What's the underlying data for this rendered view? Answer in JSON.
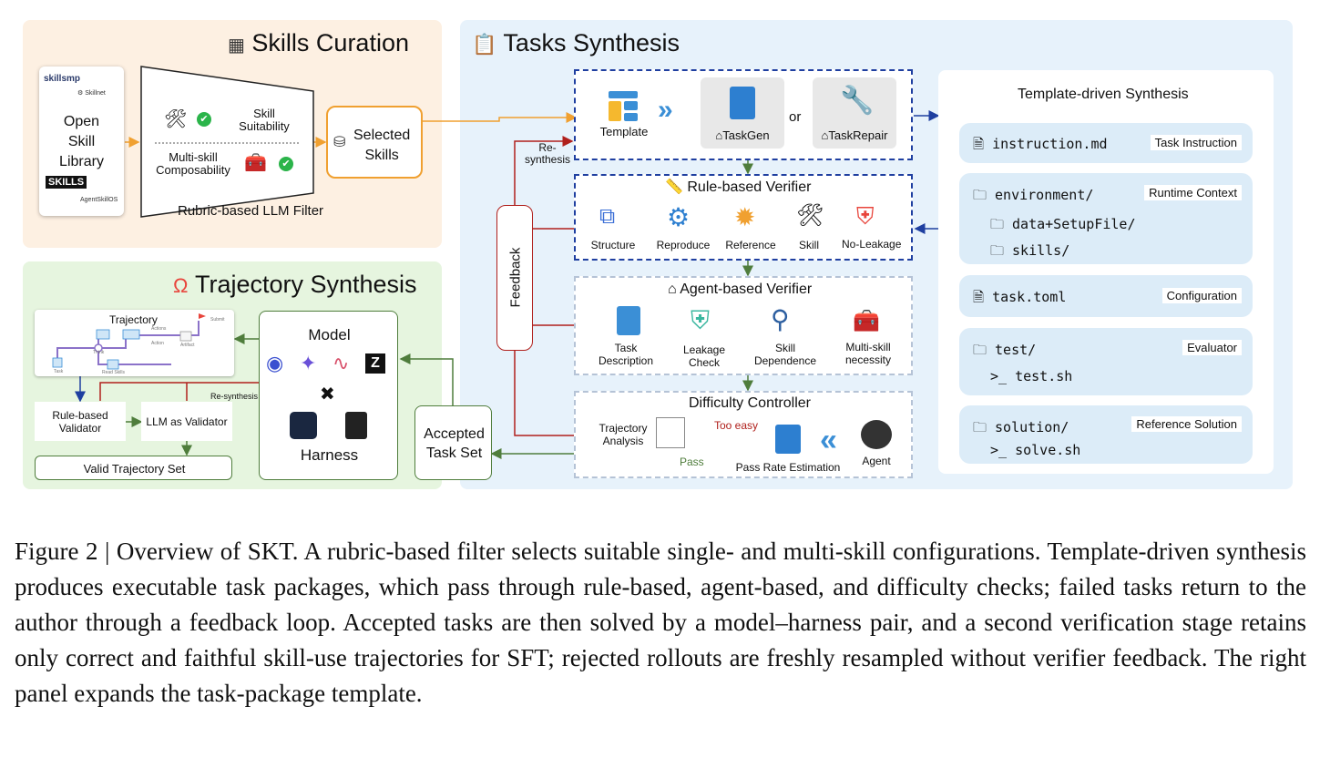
{
  "skills_curation": {
    "title": "Skills Curation",
    "library_logos": [
      "skillsmp",
      "Skillnet",
      "SKILLS",
      "AgentSkillOS"
    ],
    "library_label_1": "Open",
    "library_label_2": "Skill",
    "library_label_3": "Library",
    "skill_suitability_1": "Skill",
    "skill_suitability_2": "Suitability",
    "multi_skill_1": "Multi-skill",
    "multi_skill_2": "Composability",
    "filter_label": "Rubric-based LLM Filter",
    "selected_1": "Selected",
    "selected_2": "Skills"
  },
  "tasks_synthesis": {
    "title": "Tasks Synthesis",
    "resynthesis_1": "Re-",
    "resynthesis_2": "synthesis",
    "template": "Template",
    "taskgen": "TaskGen",
    "or": "or",
    "taskrepair": "TaskRepair",
    "feedback": "Feedback",
    "rule_verifier": {
      "title": "Rule-based Verifier",
      "items": [
        "Structure",
        "Reproduce",
        "Reference",
        "Skill",
        "No-Leakage"
      ]
    },
    "agent_verifier": {
      "title": "Agent-based Verifier",
      "items": [
        [
          "Task",
          "Description"
        ],
        [
          "Leakage",
          "Check"
        ],
        [
          "Skill",
          "Dependence"
        ],
        [
          "Multi-skill",
          "necessity"
        ]
      ]
    },
    "difficulty": {
      "title": "Difficulty Controller",
      "traj_analysis_1": "Trajectory",
      "traj_analysis_2": "Analysis",
      "too_easy": "Too easy",
      "pass": "Pass",
      "pass_rate": "Pass Rate Estimation",
      "agent": "Agent"
    }
  },
  "template_panel": {
    "title": "Template-driven Synthesis",
    "rows": [
      {
        "file": "instruction.md",
        "tag": "Task Instruction"
      },
      {
        "file": "environment/",
        "tag": "Runtime Context",
        "children": [
          "data+SetupFile/",
          "skills/"
        ]
      },
      {
        "file": "task.toml",
        "tag": "Configuration"
      },
      {
        "file": "test/",
        "tag": "Evaluator",
        "cmd": ">_ test.sh"
      },
      {
        "file": "solution/",
        "tag": "Reference Solution",
        "cmd": ">_ solve.sh"
      }
    ]
  },
  "trajectory_synthesis": {
    "title": "Trajectory Synthesis",
    "trajectory": "Trajectory",
    "traj_small": [
      "Task",
      "Think",
      "Action",
      "Read Skills",
      "Actions",
      "Artifact",
      "Submit"
    ],
    "rule_validator_1": "Rule-based",
    "rule_validator_2": "Validator",
    "llm_validator": "LLM as Validator",
    "resynthesis": "Re-synthesis",
    "valid_set": "Valid Trajectory Set",
    "model": "Model",
    "times": "✖",
    "harness": "Harness",
    "accepted_1": "Accepted",
    "accepted_2": "Task Set"
  },
  "colors": {
    "skills_bg": "#fdf0e2",
    "traj_bg": "#e6f5df",
    "tasks_bg": "#e7f2fb",
    "orange": "#f0a030",
    "green": "#4f7d3c",
    "red": "#b0201c",
    "blue": "#1f3fa0"
  },
  "caption": "Figure 2 | Overview of SKT. A rubric-based filter selects suitable single- and multi-skill configurations. Template-driven synthesis produces executable task packages, which pass through rule-based, agent-based, and difficulty checks; failed tasks return to the author through a feedback loop. Accepted tasks are then solved by a model–harness pair, and a second verification stage retains only correct and faithful skill-use trajectories for SFT; rejected rollouts are freshly resampled without verifier feedback. The right panel expands the task-package template."
}
